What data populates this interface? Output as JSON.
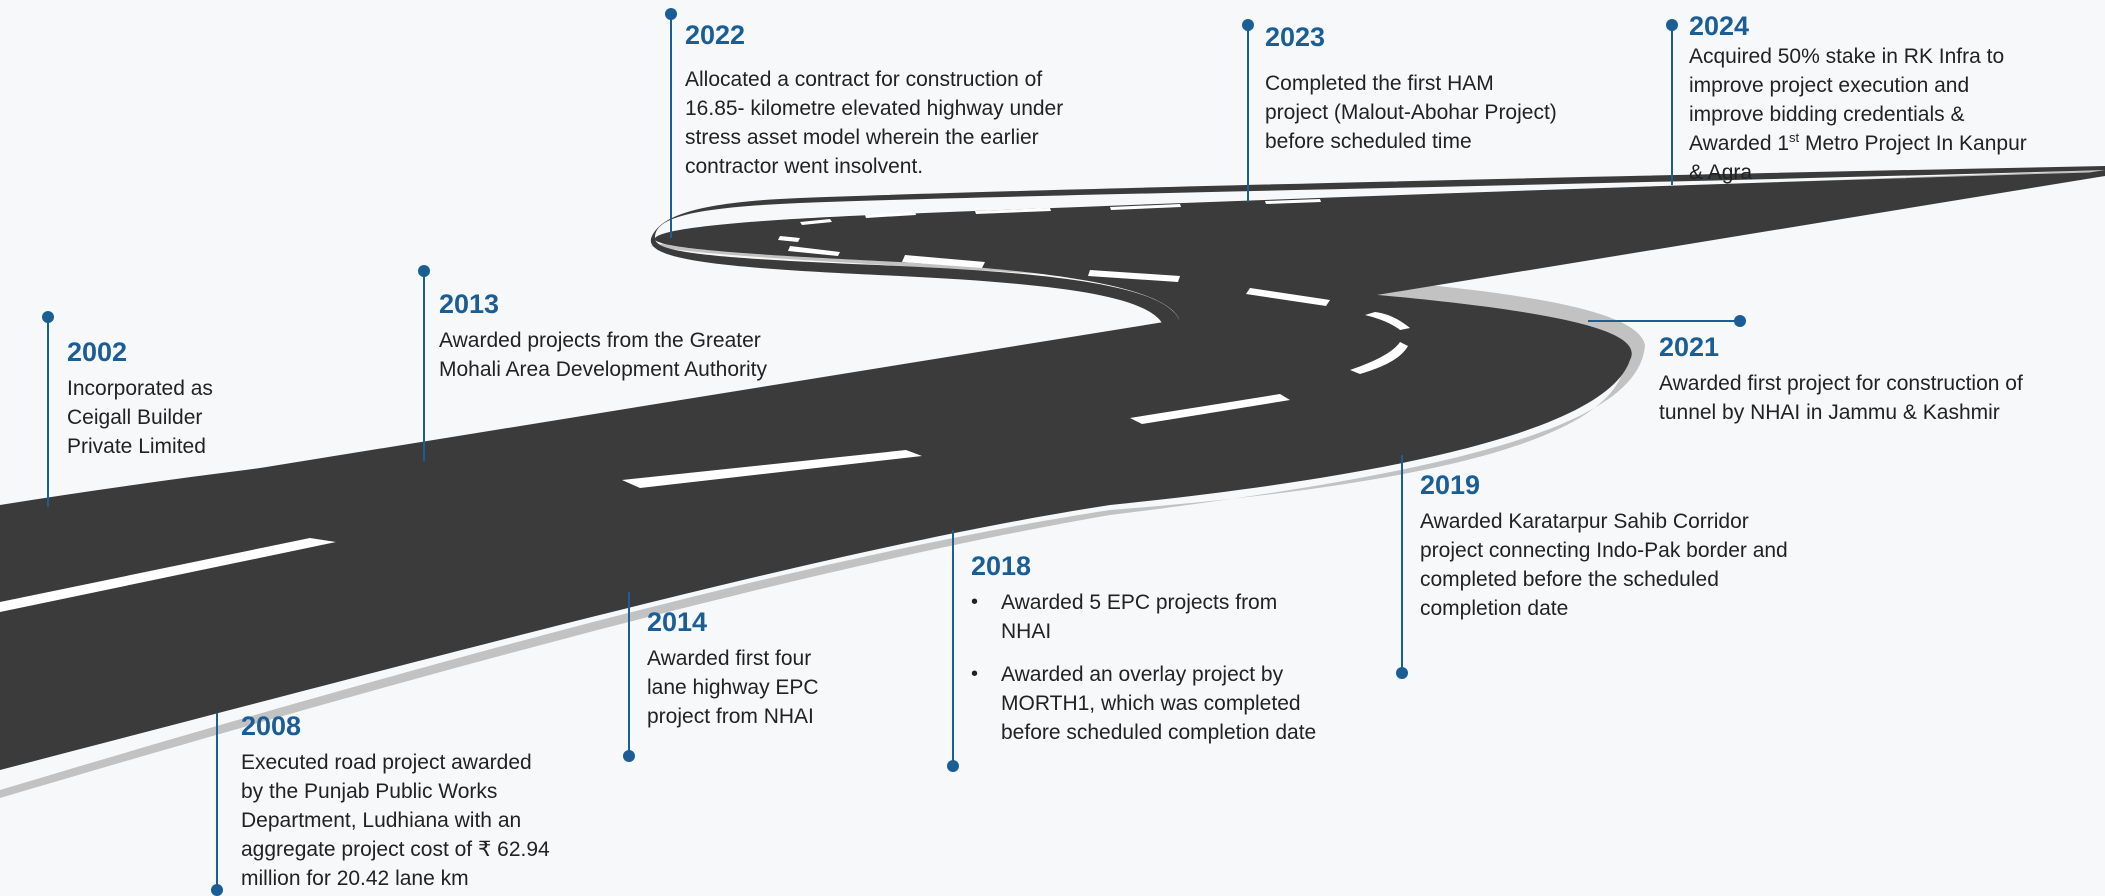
{
  "colors": {
    "accent": "#1b5e96",
    "road": "#3b3b3b",
    "road_edge": "#c2c2c2",
    "lane": "#ffffff",
    "text": "#222222"
  },
  "timeline": {
    "e2002": {
      "year": "2002",
      "lines": [
        "Incorporated as",
        "Ceigall Builder",
        "Private Limited"
      ]
    },
    "e2008": {
      "year": "2008",
      "lines": [
        "Executed road project awarded",
        "by the Punjab Public Works",
        "Department, Ludhiana with an",
        "aggregate project cost of ₹ 62.94",
        "million for 20.42 lane km"
      ]
    },
    "e2013": {
      "year": "2013",
      "lines": [
        "Awarded projects from the Greater",
        "Mohali Area Development Authority"
      ]
    },
    "e2014": {
      "year": "2014",
      "lines": [
        "Awarded first four",
        "lane highway EPC",
        "project from NHAI"
      ]
    },
    "e2018": {
      "year": "2018",
      "bullets": [
        {
          "lines": [
            "Awarded 5 EPC projects from",
            "NHAI"
          ]
        },
        {
          "lines": [
            "Awarded an overlay project by",
            "MORTH1, which was completed",
            "before scheduled completion date"
          ]
        }
      ]
    },
    "e2019": {
      "year": "2019",
      "lines": [
        "Awarded Karatarpur Sahib Corridor",
        "project connecting Indo-Pak border and",
        "completed before the scheduled",
        "completion date"
      ]
    },
    "e2021": {
      "year": "2021",
      "lines": [
        "Awarded first project for construction of",
        "tunnel by NHAI in Jammu & Kashmir"
      ]
    },
    "e2022": {
      "year": "2022",
      "lines": [
        "Allocated a contract for construction of",
        "16.85- kilometre elevated highway under",
        "stress asset model wherein the earlier",
        "contractor went insolvent."
      ]
    },
    "e2023": {
      "year": "2023",
      "lines": [
        "Completed the first HAM",
        "project (Malout-Abohar Project)",
        "before scheduled time"
      ]
    },
    "e2024": {
      "year": "2024",
      "lines": [
        "Acquired 50% stake in RK Infra to",
        "improve project execution and",
        "improve bidding credentials &"
      ],
      "line4_before": "Awarded 1",
      "line4_sup": "st",
      "line4_after": " Metro Project In Kanpur",
      "line5": "& Agra"
    }
  }
}
